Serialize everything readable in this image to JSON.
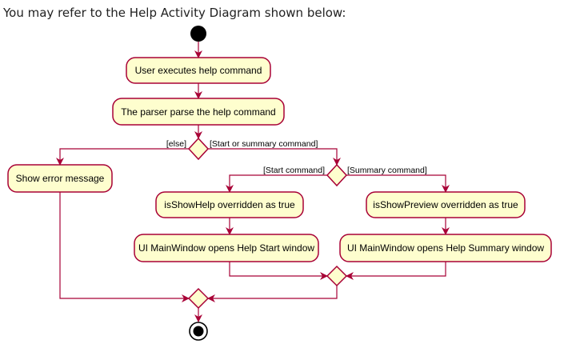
{
  "intro_text": "You may refer to the Help Activity Diagram shown below:",
  "diagram": {
    "colors": {
      "line": "#A80036",
      "fill": "#FEFECE",
      "dot": "#000000"
    },
    "actions": {
      "user_executes": "User executes help command",
      "parser_parse": "The parser parse the help command",
      "show_error": "Show error message",
      "is_show_help": "isShowHelp overridden as true",
      "is_show_preview": "isShowPreview overridden as true",
      "open_start_window": "UI MainWindow opens Help Start window",
      "open_summary_window": "UI MainWindow opens Help Summary window"
    },
    "guards": {
      "else": "[else]",
      "start_or_summary": "[Start or summary command]",
      "start_command": "[Start command]",
      "summary_command": "[Summary command]"
    }
  }
}
